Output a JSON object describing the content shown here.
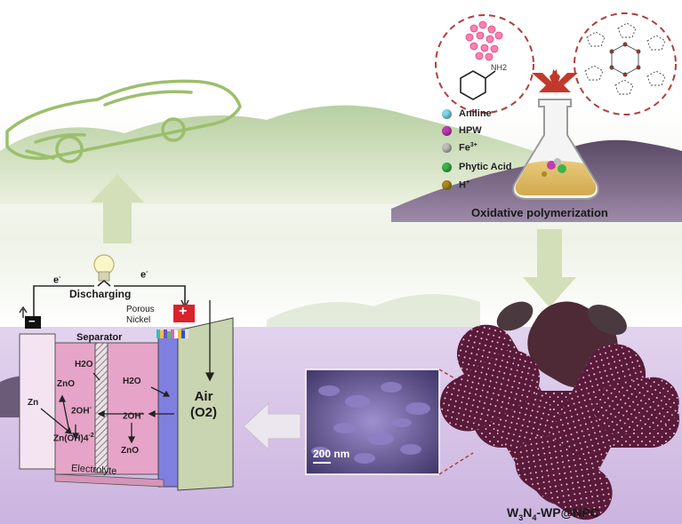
{
  "colors": {
    "background_top": "#ffffff",
    "band_purple": "#d6c3e6",
    "mountain_green": "#b9cf9f",
    "mountain_purple": "#6d5a78",
    "arrow_green": "#d3dfb8",
    "arrow_red": "#c0392b",
    "nanostructure": "#5a1a3a",
    "battery_pink": "#e6a4c8",
    "battery_blue": "#7f7fe0",
    "air_green": "#c9d4b0"
  },
  "legend": [
    {
      "label": "Aniline",
      "color": "#7fd6e6"
    },
    {
      "label": "HPW",
      "color": "#c23ab5"
    },
    {
      "label": "Fe",
      "superscript": "3+",
      "color": "#bdbdbd"
    },
    {
      "label": "Phytic Acid",
      "color": "#3bb54a"
    },
    {
      "label": "H",
      "superscript": "+",
      "color": "#a88a1e"
    }
  ],
  "molecule": {
    "nh2_label": "NH2"
  },
  "process_label": "Oxidative polymerization",
  "product_label": {
    "main": "W",
    "sub1": "3",
    "mid": "N",
    "sub2": "4",
    "rest": "-WP@NPC"
  },
  "sem_scale": "200 nm",
  "battery": {
    "discharging": "Discharging",
    "electron_left": "e",
    "electron_right": "e",
    "electron_sup": "-",
    "porous_nickel_line1": "Porous",
    "porous_nickel_line2": "Nickel",
    "separator": "Separator",
    "air_line1": "Air",
    "air_line2": "(O2)",
    "electrolyte": "Electrolyte",
    "zn": "Zn",
    "zno_top": "ZnO",
    "zno_bottom": "ZnO",
    "zn_oh4": "Zn(OH)4",
    "zn_oh4_sup": "-2",
    "oh_left": "2OH",
    "oh_right": "2OH",
    "oh_sup": "-",
    "h2o_left": "H2O",
    "h2o_right": "H2O",
    "minus_sign": "−",
    "plus_sign": "+"
  }
}
